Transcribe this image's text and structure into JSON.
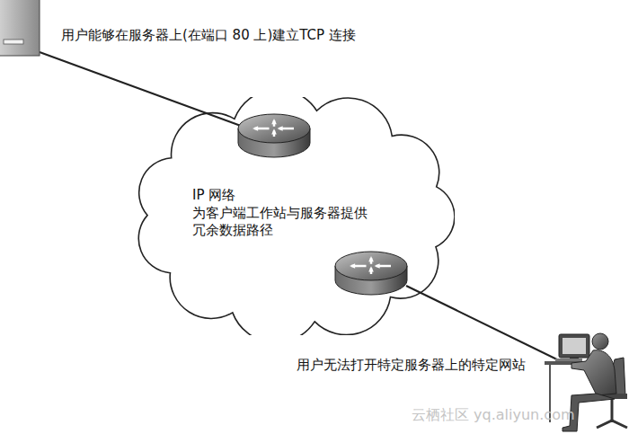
{
  "diagram": {
    "nodes": [
      {
        "text": [
          "IP 网络",
          "为客户端工作站与服务器提供 冗余数据路径"
        ]
      }
    ],
    "labels": [
      "用户能够在服务器上(在端口 80 上)建立TCP 连接",
      "用户无法打开特定服务器上的特定网站",
      "云栖社区 yq.aliyun.com"
    ]
  }
}
